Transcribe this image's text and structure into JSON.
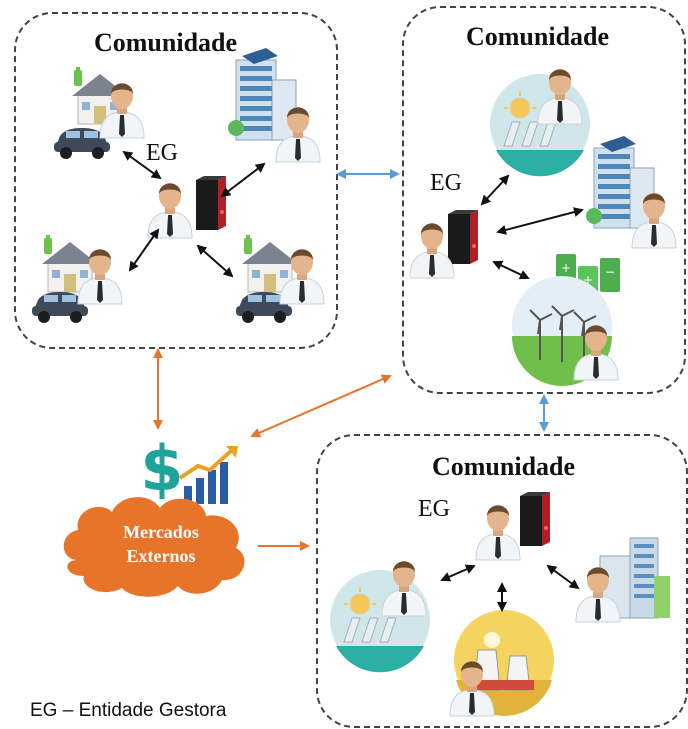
{
  "communities": [
    {
      "title": "Comunidade",
      "eg": "EG"
    },
    {
      "title": "Comunidade",
      "eg": "EG"
    },
    {
      "title": "Comunidade",
      "eg": "EG"
    }
  ],
  "market": {
    "line1": "Mercados",
    "line2": "Externos"
  },
  "legend": {
    "text": "EG – Entidade Gestora"
  },
  "colors": {
    "orange": "#e8742a",
    "blue_arrow": "#5b9bd5",
    "dark_arrow": "#111111",
    "teal": "#1fa39a",
    "solar_bg": "#cfe7ea",
    "server": "#1a1a1a"
  }
}
